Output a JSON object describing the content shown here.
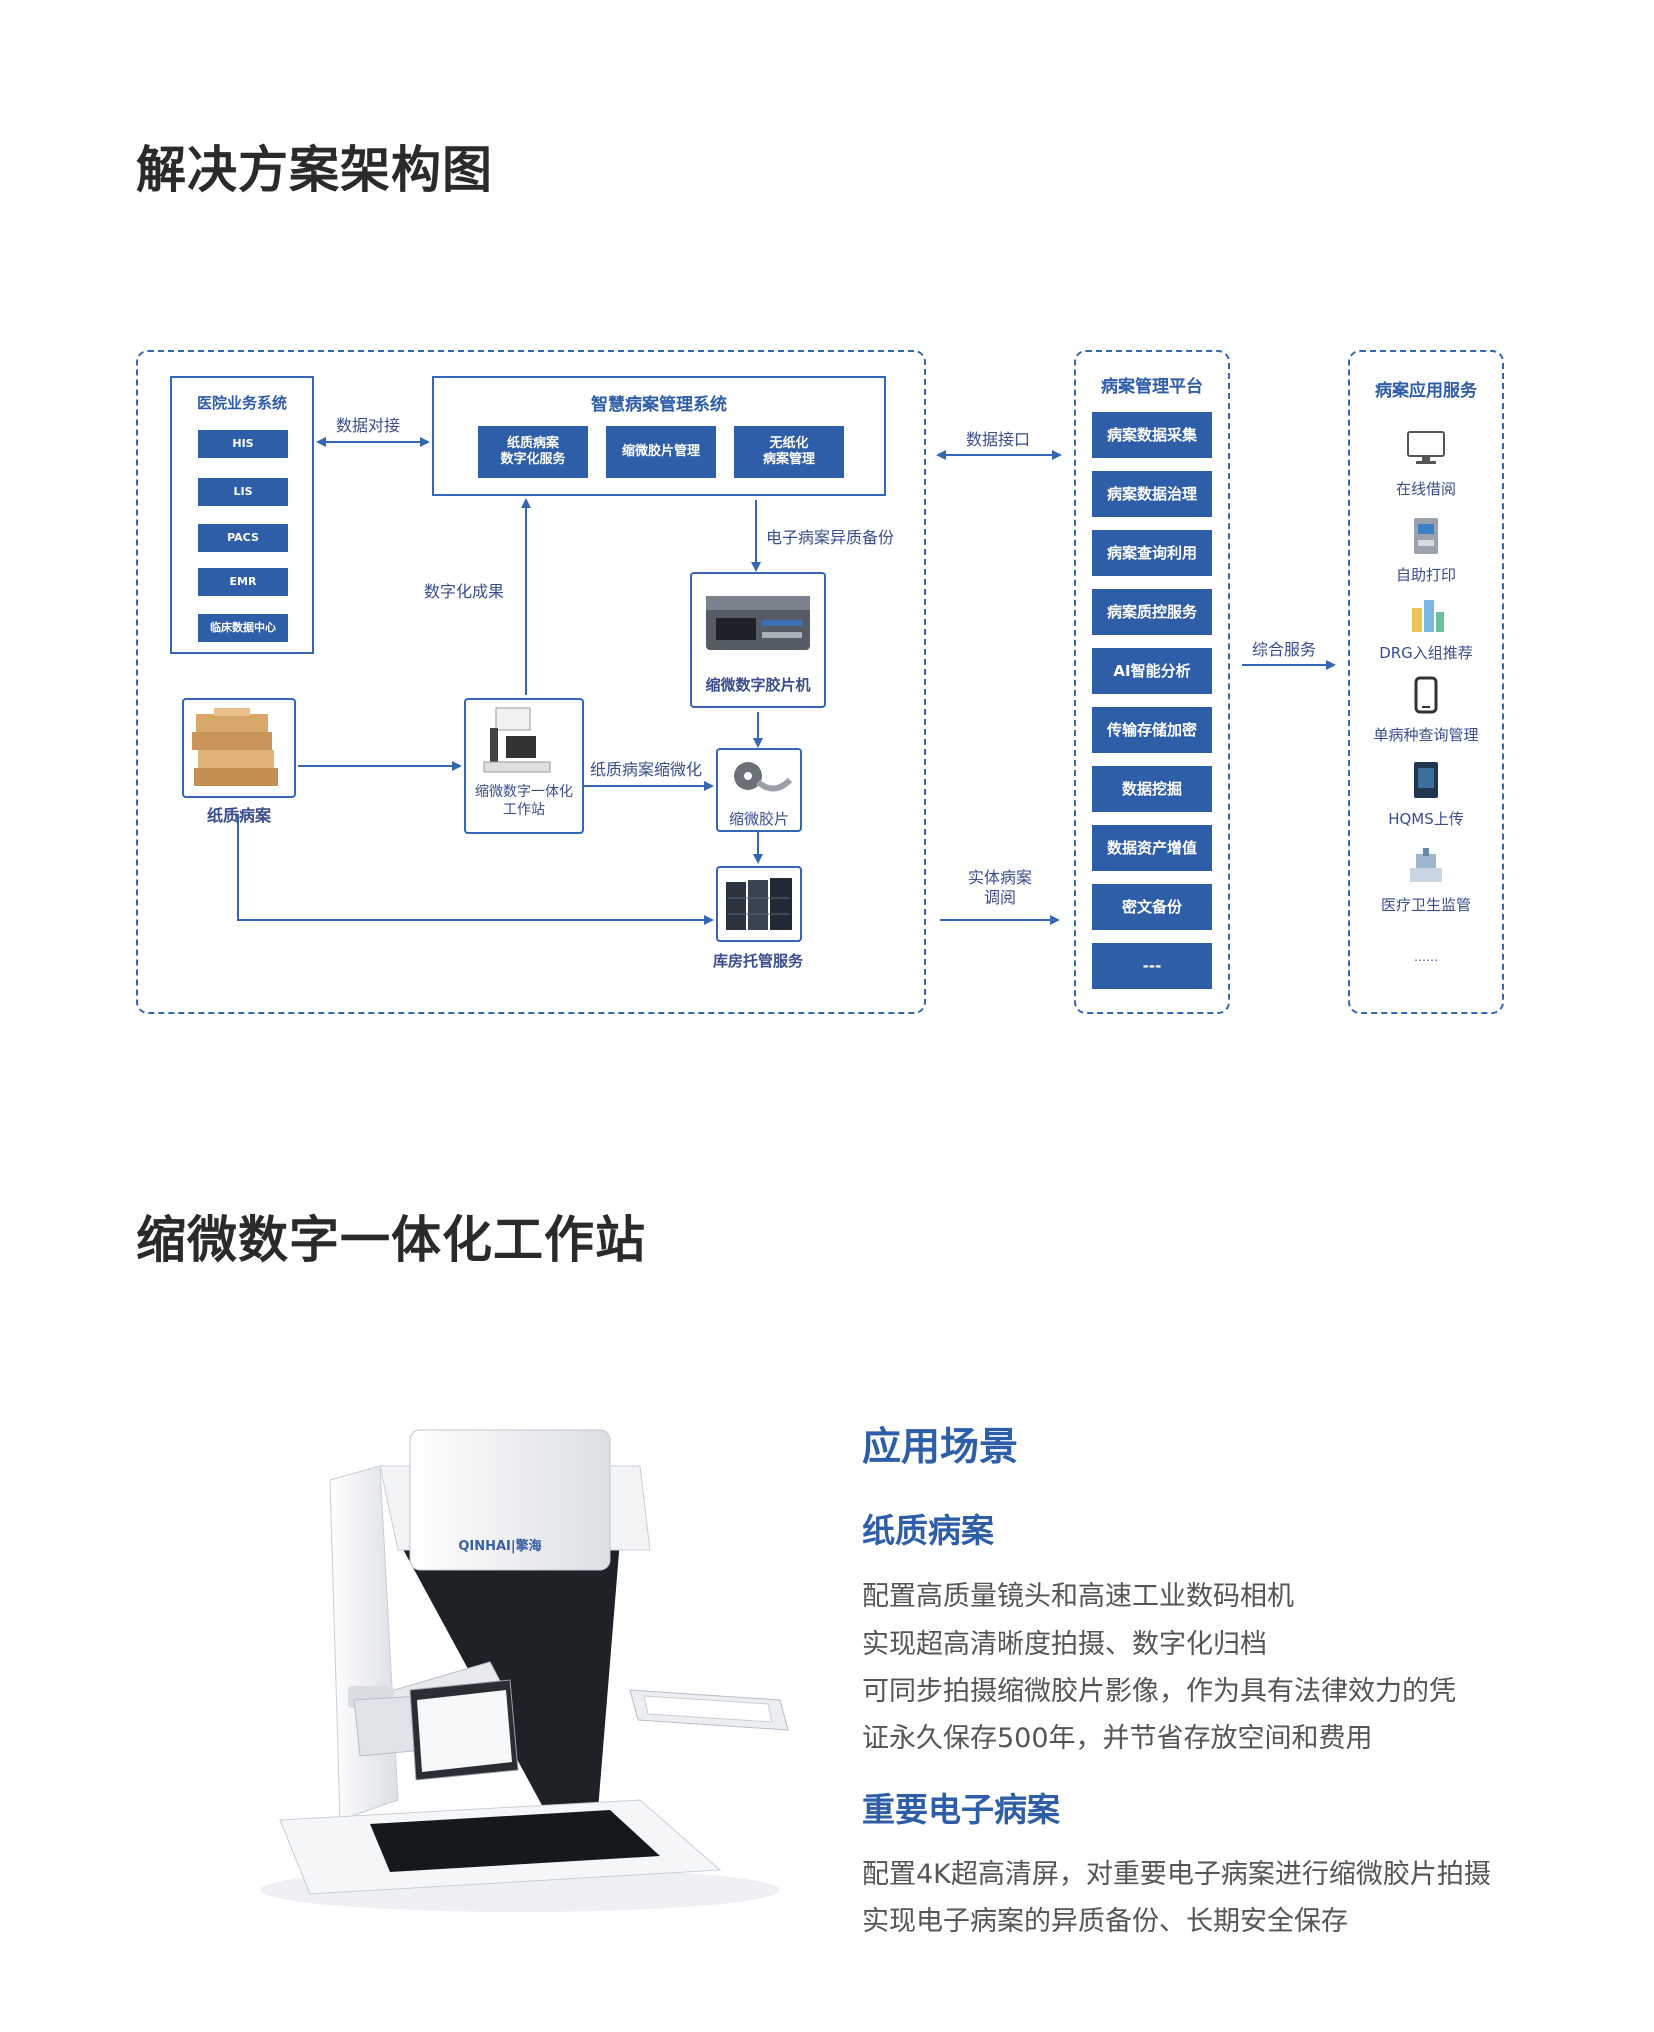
{
  "sections": {
    "architecture_title": "解决方案架构图",
    "workstation_title": "缩微数字一体化工作站"
  },
  "hospital": {
    "title": "医院业务系统",
    "items": [
      "HIS",
      "LIS",
      "PACS",
      "EMR",
      "临床数据中心"
    ]
  },
  "smart_system": {
    "title": "智慧病案管理系统",
    "items": [
      "纸质病案\n数字化服务",
      "缩微胶片管理",
      "无纸化\n病案管理"
    ]
  },
  "platform": {
    "title": "病案管理平台",
    "items": [
      "病案数据采集",
      "病案数据治理",
      "病案查询利用",
      "病案质控服务",
      "AI智能分析",
      "传输存储加密",
      "数据挖掘",
      "数据资产增值",
      "密文备份",
      "---"
    ]
  },
  "apps": {
    "title": "病案应用服务",
    "items": [
      "在线借阅",
      "自助打印",
      "DRG入组推荐",
      "单病种查询管理",
      "HQMS上传",
      "医疗卫生监管"
    ],
    "more": "……"
  },
  "nodes": {
    "paper": "纸质病案",
    "workstation": "缩微数字一体化\n工作站",
    "machine": "缩微数字胶片机",
    "film": "缩微胶片",
    "storage": "库房托管服务"
  },
  "edges": {
    "data_link": "数据对接",
    "digital_result": "数字化成果",
    "backup": "电子病案异质备份",
    "microfilm": "纸质病案缩微化",
    "data_interface": "数据接口",
    "physical": "实体病案\n调阅",
    "service": "综合服务"
  },
  "product": {
    "brand": "QINHAI|擎海",
    "scene_title": "应用场景",
    "paper_title": "纸质病案",
    "paper_lines": [
      "配置高质量镜头和高速工业数码相机",
      "实现超高清晰度拍摄、数字化归档",
      "可同步拍摄缩微胶片影像，作为具有法律效力的凭",
      "证永久保存500年，并节省存放空间和费用"
    ],
    "emr_title": "重要电子病案",
    "emr_lines": [
      "配置4K超高清屏，对重要电子病案进行缩微胶片拍摄",
      "实现电子病案的异质备份、长期安全保存"
    ]
  },
  "colors": {
    "primary": "#2f5ea8",
    "frame": "#3366b3",
    "label": "#3a4d8c"
  }
}
